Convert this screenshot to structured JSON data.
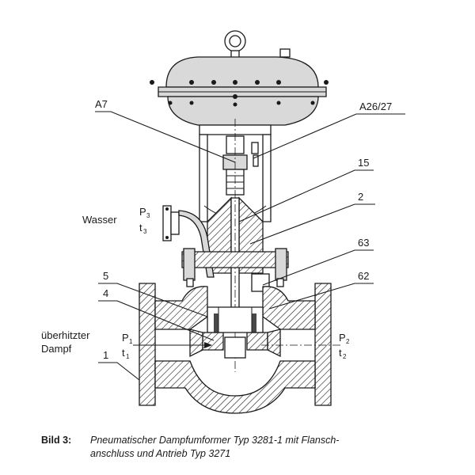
{
  "labels": {
    "a7": "A7",
    "a26_27": "A26/27",
    "n15": "15",
    "n2": "2",
    "n63": "63",
    "n5": "5",
    "n62": "62",
    "n4": "4",
    "n1": "1",
    "wasser": "Wasser",
    "ueberhitzter": "überhitzter",
    "dampf": "Dampf",
    "p3": "P",
    "p3_sub": "3",
    "t3": "t",
    "t3_sub": "3",
    "p1": "P",
    "p1_sub": "1",
    "t1": "t",
    "t1_sub": "1",
    "p2": "P",
    "p2_sub": "2",
    "t2": "t",
    "t2_sub": "2"
  },
  "caption": {
    "number": "Bild 3:",
    "line1": "Pneumatischer Dampfumformer Typ 3281-1 mit Flansch-",
    "line2": "anschluss und Antrieb Typ 3271"
  }
}
